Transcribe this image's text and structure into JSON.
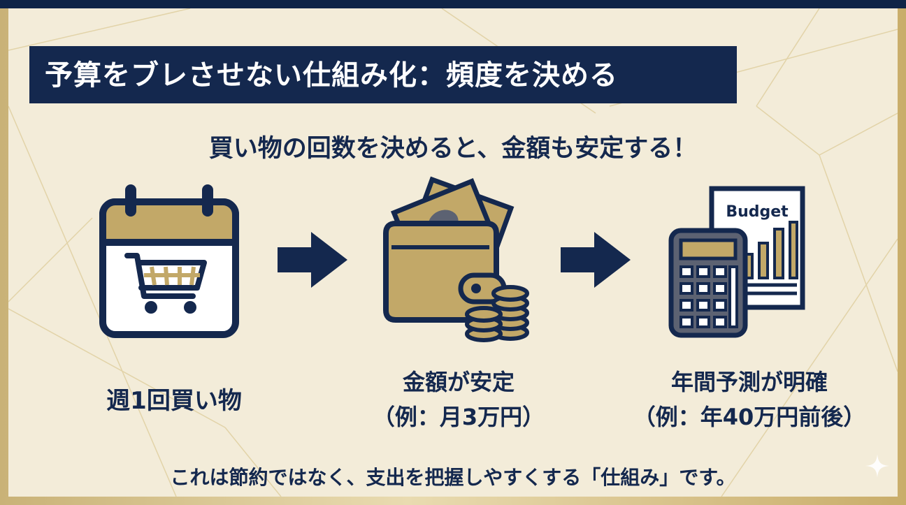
{
  "title": "予算をブレさせない仕組み化：頻度を決める",
  "subtitle": "買い物の回数を決めると、金額も安定する！",
  "steps": [
    {
      "label": "週1回買い物",
      "icon": "calendar-cart-icon"
    },
    {
      "label": "金額が安定",
      "example": "（例：月3万円）",
      "icon": "wallet-money-icon"
    },
    {
      "label": "年間予測が明確",
      "example": "（例：年40万円前後）",
      "icon": "calculator-budget-icon"
    }
  ],
  "budget_doc_label": "Budget",
  "footer": "これは節約ではなく、支出を把握しやすくする「仕組み」です。",
  "colors": {
    "navy": "#14284e",
    "gold": "#c2a868",
    "cream": "#f3ecd9",
    "gray": "#5c6272"
  }
}
